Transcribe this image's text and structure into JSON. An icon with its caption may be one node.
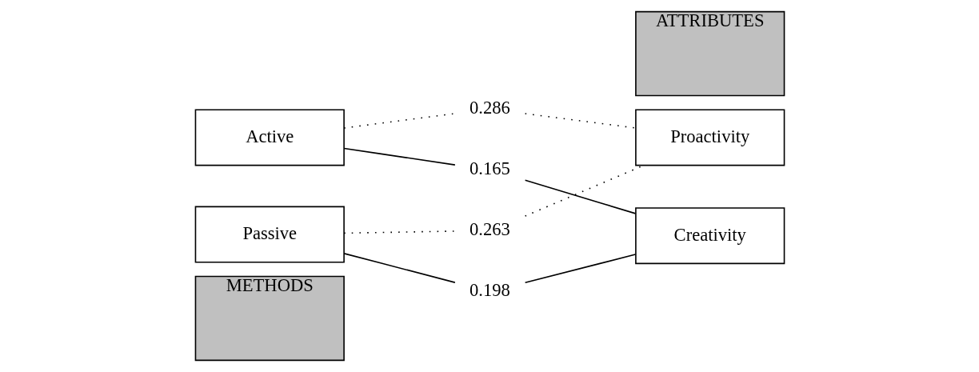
{
  "diagram": {
    "nodes": [
      {
        "text": [
          "METHODS"
        ]
      },
      {
        "text": [
          "Active"
        ]
      },
      {
        "text": [
          "Passive"
        ]
      },
      {
        "text": [
          "0.286"
        ]
      },
      {
        "text": [
          "0.165"
        ]
      },
      {
        "text": [
          "0.263"
        ]
      },
      {
        "text": [
          "0.198"
        ]
      },
      {
        "text": [
          "ATTRIBUTES"
        ]
      },
      {
        "text": [
          "Proactivity"
        ]
      },
      {
        "text": [
          "Creativity"
        ]
      }
    ],
    "edges": [
      {
        "from": 1,
        "to": 3,
        "arrow": "none",
        "style": "dashed"
      },
      {
        "from": 1,
        "to": 4,
        "arrow": "none"
      },
      {
        "from": 2,
        "to": 5,
        "arrow": "none",
        "style": "dashed"
      },
      {
        "from": 2,
        "to": 6,
        "arrow": "none"
      },
      {
        "from": 3,
        "to": 8,
        "arrow": "none",
        "style": "dashed"
      },
      {
        "from": 5,
        "to": 8,
        "arrow": "none",
        "style": "dashed"
      },
      {
        "from": 4,
        "to": 9,
        "arrow": "none"
      },
      {
        "from": 6,
        "to": 9,
        "arrow": "none"
      }
    ]
  }
}
